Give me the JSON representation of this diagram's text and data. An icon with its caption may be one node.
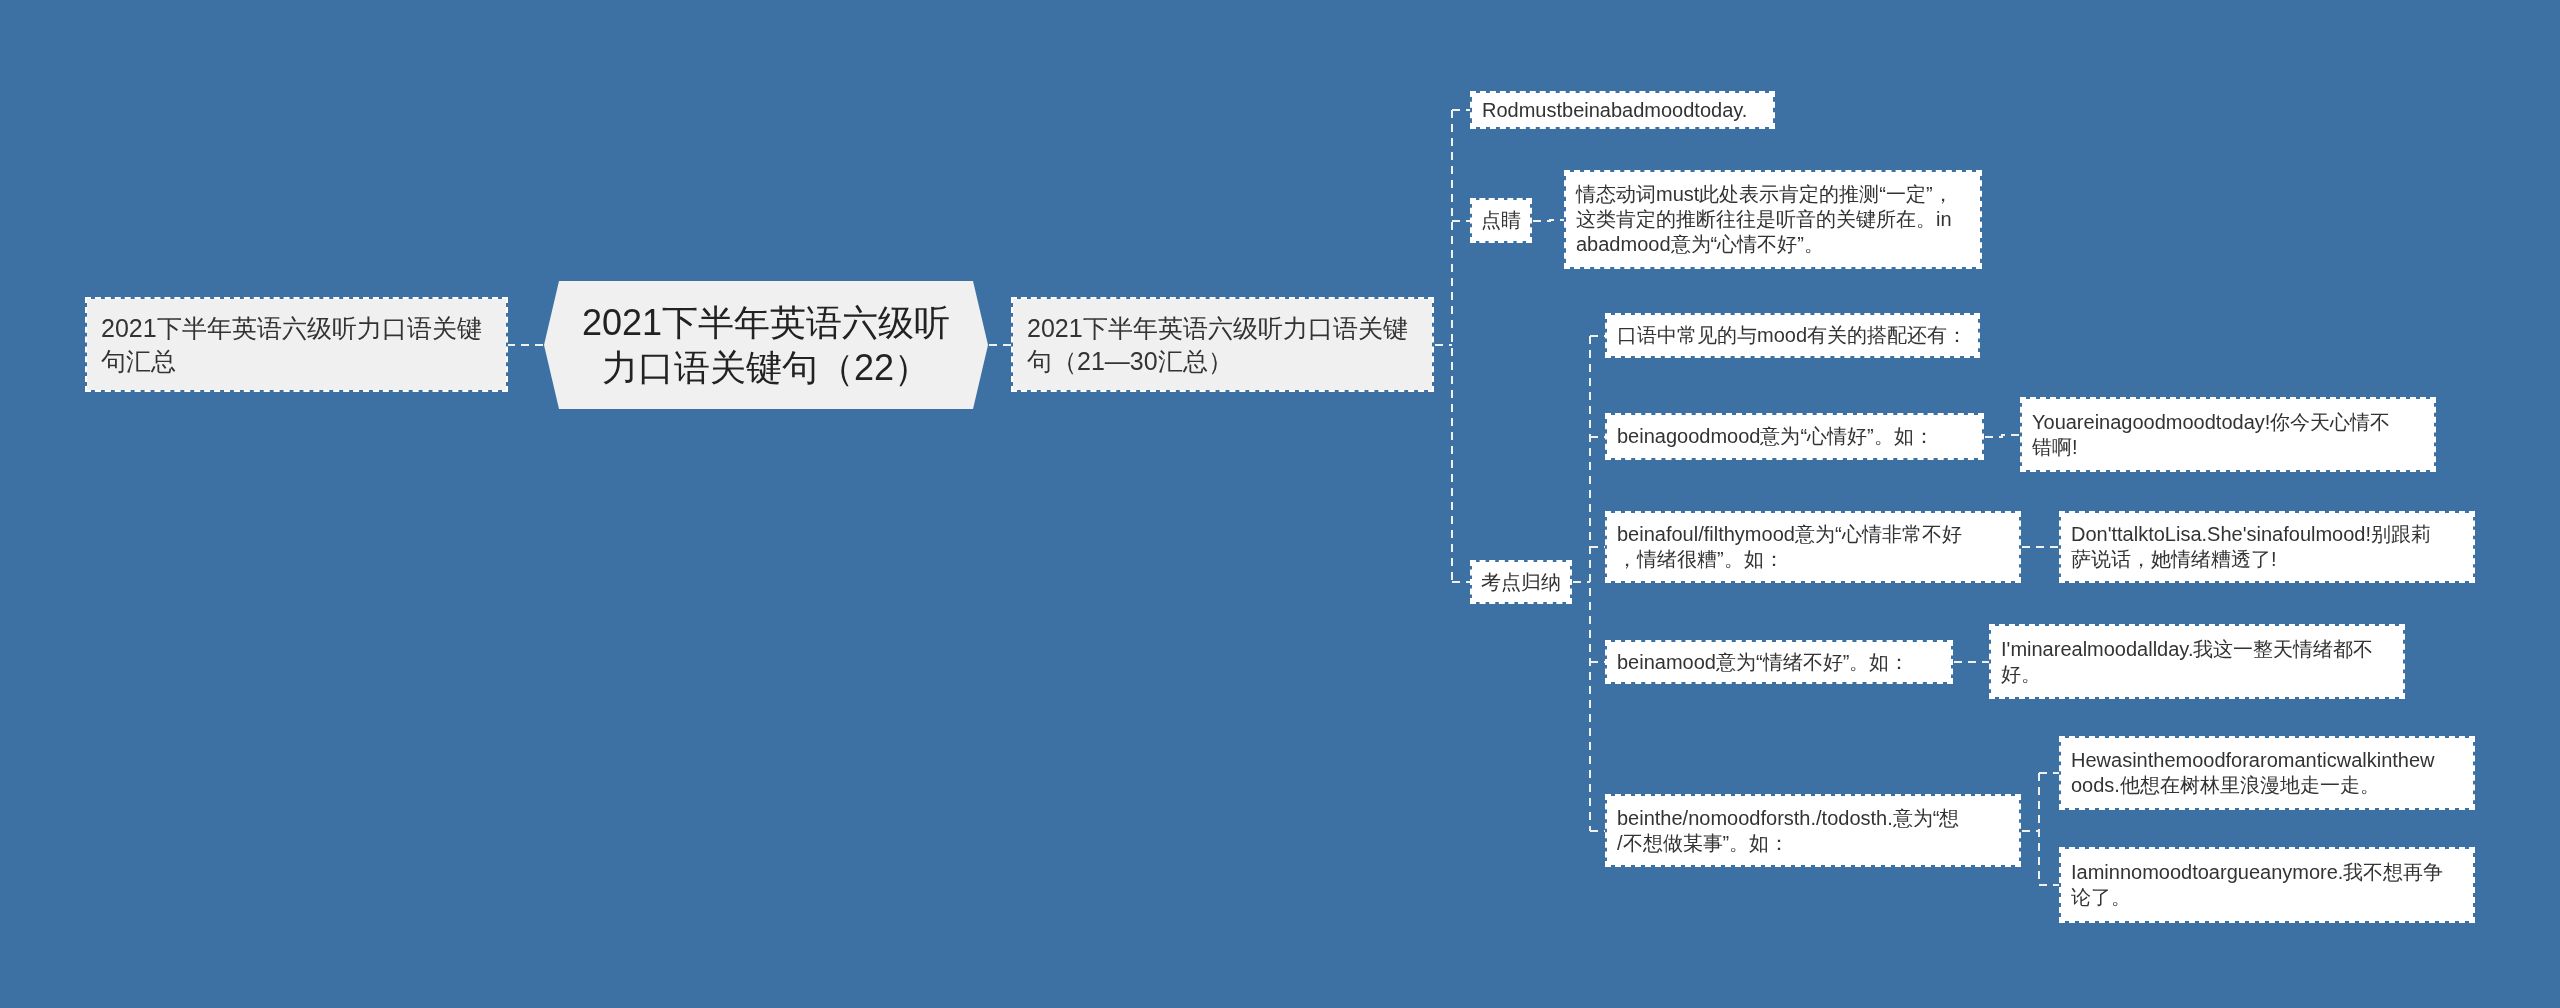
{
  "diagram": {
    "nodes": [
      {
        "text": [
          "2021下半年英语六级听力口语关键句汇总"
        ]
      },
      {
        "text": [
          "2021下半年英语六级听力口语关键句（22）"
        ]
      },
      {
        "text": [
          "2021下半年英语六级听力口语关键句（21—30汇总）"
        ]
      },
      {
        "text": [
          "Rodmustbeinabadmoodtoday."
        ]
      },
      {
        "text": [
          "点睛"
        ]
      },
      {
        "text": [
          "情态动词must此处表示肯定的推测“一定”，这类肯定的推断往往是听音的关键所在。inabadmood意为“心情不好”。"
        ]
      },
      {
        "text": [
          "考点归纳"
        ]
      },
      {
        "text": [
          "口语中常见的与mood有关的搭配还有："
        ]
      },
      {
        "text": [
          "beinagoodmood意为“心情好”。如："
        ]
      },
      {
        "text": [
          "Youareinagoodmoodtoday!你今天心情不错啊!"
        ]
      },
      {
        "text": [
          "beinafoul/filthymood意为“心情非常不好，情绪很糟”。如："
        ]
      },
      {
        "text": [
          "Don'ttalktoLisa.She'sinafoulmood!别跟莉萨说话，她情绪糟透了!"
        ]
      },
      {
        "text": [
          "beinamood意为“情绪不好”。如："
        ]
      },
      {
        "text": [
          "I'minarealmoodallday.我这一整天情绪都不好。"
        ]
      },
      {
        "text": [
          "beinthe/nomoodforsth./todosth.意为“想/不想做某事”。如："
        ]
      },
      {
        "text": [
          "Hewasinthemoodforaromanticwalkinthewoods.他想在树林里浪漫地走一走。"
        ]
      },
      {
        "text": [
          "Iaminnomoodtoargueanymore.我不想再争论了。"
        ]
      }
    ],
    "edges": [
      {
        "from": 1,
        "to": 0,
        "arrow": "none",
        "style": "dashed"
      },
      {
        "from": 1,
        "to": 2,
        "arrow": "none",
        "style": "dashed"
      },
      {
        "from": 2,
        "to": 3,
        "arrow": "none",
        "style": "dashed"
      },
      {
        "from": 2,
        "to": 4,
        "arrow": "none",
        "style": "dashed"
      },
      {
        "from": 2,
        "to": 6,
        "arrow": "none",
        "style": "dashed"
      },
      {
        "from": 4,
        "to": 5,
        "arrow": "none",
        "style": "dashed"
      },
      {
        "from": 6,
        "to": 7,
        "arrow": "none",
        "style": "dashed"
      },
      {
        "from": 6,
        "to": 8,
        "arrow": "none",
        "style": "dashed"
      },
      {
        "from": 6,
        "to": 10,
        "arrow": "none",
        "style": "dashed"
      },
      {
        "from": 6,
        "to": 12,
        "arrow": "none",
        "style": "dashed"
      },
      {
        "from": 6,
        "to": 14,
        "arrow": "none",
        "style": "dashed"
      },
      {
        "from": 8,
        "to": 9,
        "arrow": "none",
        "style": "dashed"
      },
      {
        "from": 10,
        "to": 11,
        "arrow": "none",
        "style": "dashed"
      },
      {
        "from": 12,
        "to": 13,
        "arrow": "none",
        "style": "dashed"
      },
      {
        "from": 14,
        "to": 15,
        "arrow": "none",
        "style": "dashed"
      },
      {
        "from": 14,
        "to": 16,
        "arrow": "none",
        "style": "dashed"
      }
    ]
  }
}
